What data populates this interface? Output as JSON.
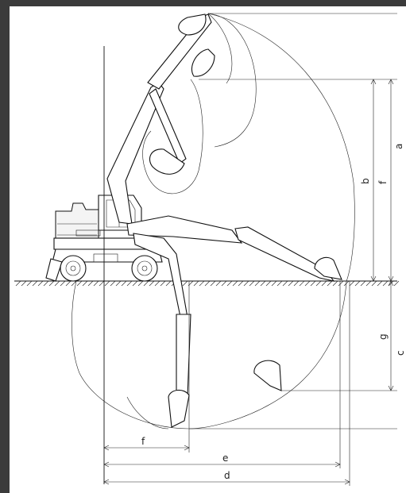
{
  "diagram": {
    "labels": {
      "a": "a",
      "b": "b",
      "f_vertical": "f",
      "g": "g",
      "c": "c",
      "f_bottom": "f",
      "e": "e",
      "d": "d"
    },
    "colors": {
      "background": "#3b3b3b",
      "paper": "#ffffff",
      "line": "#111111"
    }
  }
}
